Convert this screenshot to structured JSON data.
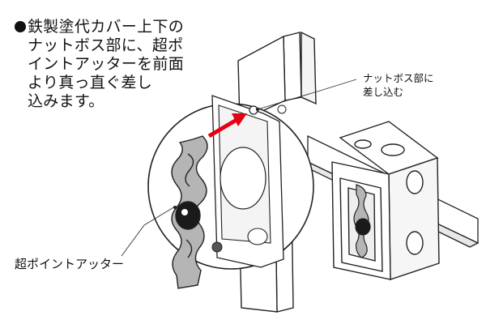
{
  "instruction": {
    "lines": [
      "鉄製塗代カバー上下の",
      "ナットボス部に、超ポ",
      "イントアッターを前面",
      "より真っ直ぐ差し",
      "込みます。"
    ]
  },
  "callouts": {
    "nut_boss": {
      "lines": [
        "ナットボス部に",
        "差し込む"
      ]
    },
    "part_name": "超ポイントアッター"
  },
  "colors": {
    "arrow": "#e60012",
    "line": "#222222",
    "fill_gray": "#b5b5b5",
    "fill_dark": "#1a1a1a",
    "fill_panel": "#f2f2f2"
  }
}
